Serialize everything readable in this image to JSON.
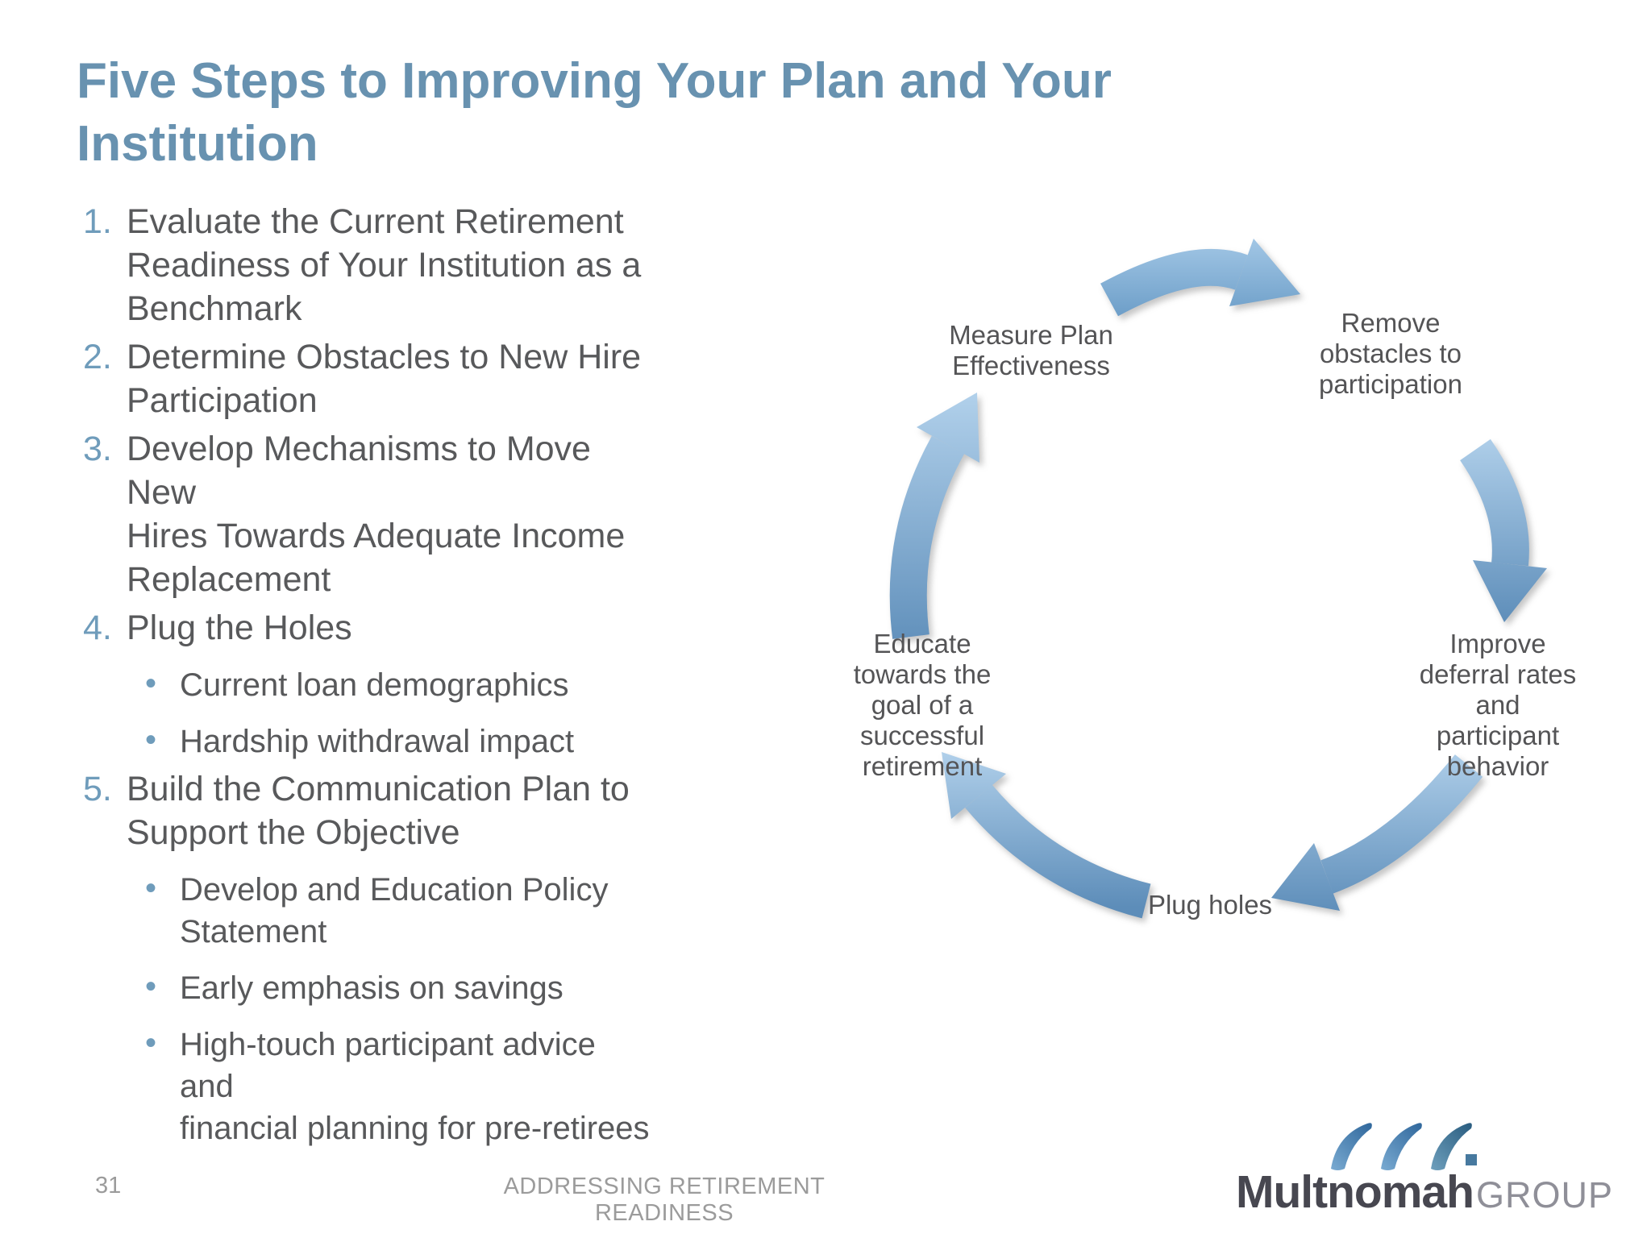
{
  "slide": {
    "title": "Five Steps to Improving Your Plan and Your\nInstitution",
    "steps": [
      {
        "number": "1.",
        "text": "Evaluate the Current Retirement\nReadiness of Your Institution as a\nBenchmark",
        "sub": []
      },
      {
        "number": "2.",
        "text": "Determine Obstacles to New Hire\nParticipation",
        "sub": []
      },
      {
        "number": "3.",
        "text": "Develop Mechanisms to Move New\nHires Towards Adequate Income\nReplacement",
        "sub": []
      },
      {
        "number": "4.",
        "text": "Plug the Holes",
        "sub": [
          "Current loan demographics",
          "Hardship withdrawal impact"
        ]
      },
      {
        "number": "5.",
        "text": "Build the Communication Plan to\nSupport the Objective",
        "sub": [
          "Develop and Education Policy\nStatement",
          "Early emphasis on savings",
          "High-touch participant advice and\nfinancial planning for pre-retirees"
        ]
      }
    ]
  },
  "diagram": {
    "type": "cycle",
    "direction": "clockwise",
    "nodes": [
      {
        "label": "Measure Plan\nEffectiveness"
      },
      {
        "label": "Remove\nobstacles to\nparticipation"
      },
      {
        "label": "Improve\ndeferral rates\nand\nparticipant\nbehavior"
      },
      {
        "label": "Plug holes"
      },
      {
        "label": "Educate\ntowards the\ngoal of a\nsuccessful\nretirement"
      }
    ]
  },
  "footer": {
    "page_number": "31",
    "text": "ADDRESSING RETIREMENT READINESS"
  },
  "logo": {
    "brand": "Multnomah",
    "suffix": "GROUP"
  },
  "colors": {
    "title": "#6892b0",
    "body_text": "#58595b",
    "list_number": "#6f9cbb",
    "diagram_label": "#545456",
    "arrow_light": "#b3d2ec",
    "arrow_dark": "#5d8db9",
    "footer_text": "#9b9b9b",
    "logo_dark": "#474750",
    "logo_light": "#8f8f98",
    "logo_mark_blue": "#336a9e"
  }
}
